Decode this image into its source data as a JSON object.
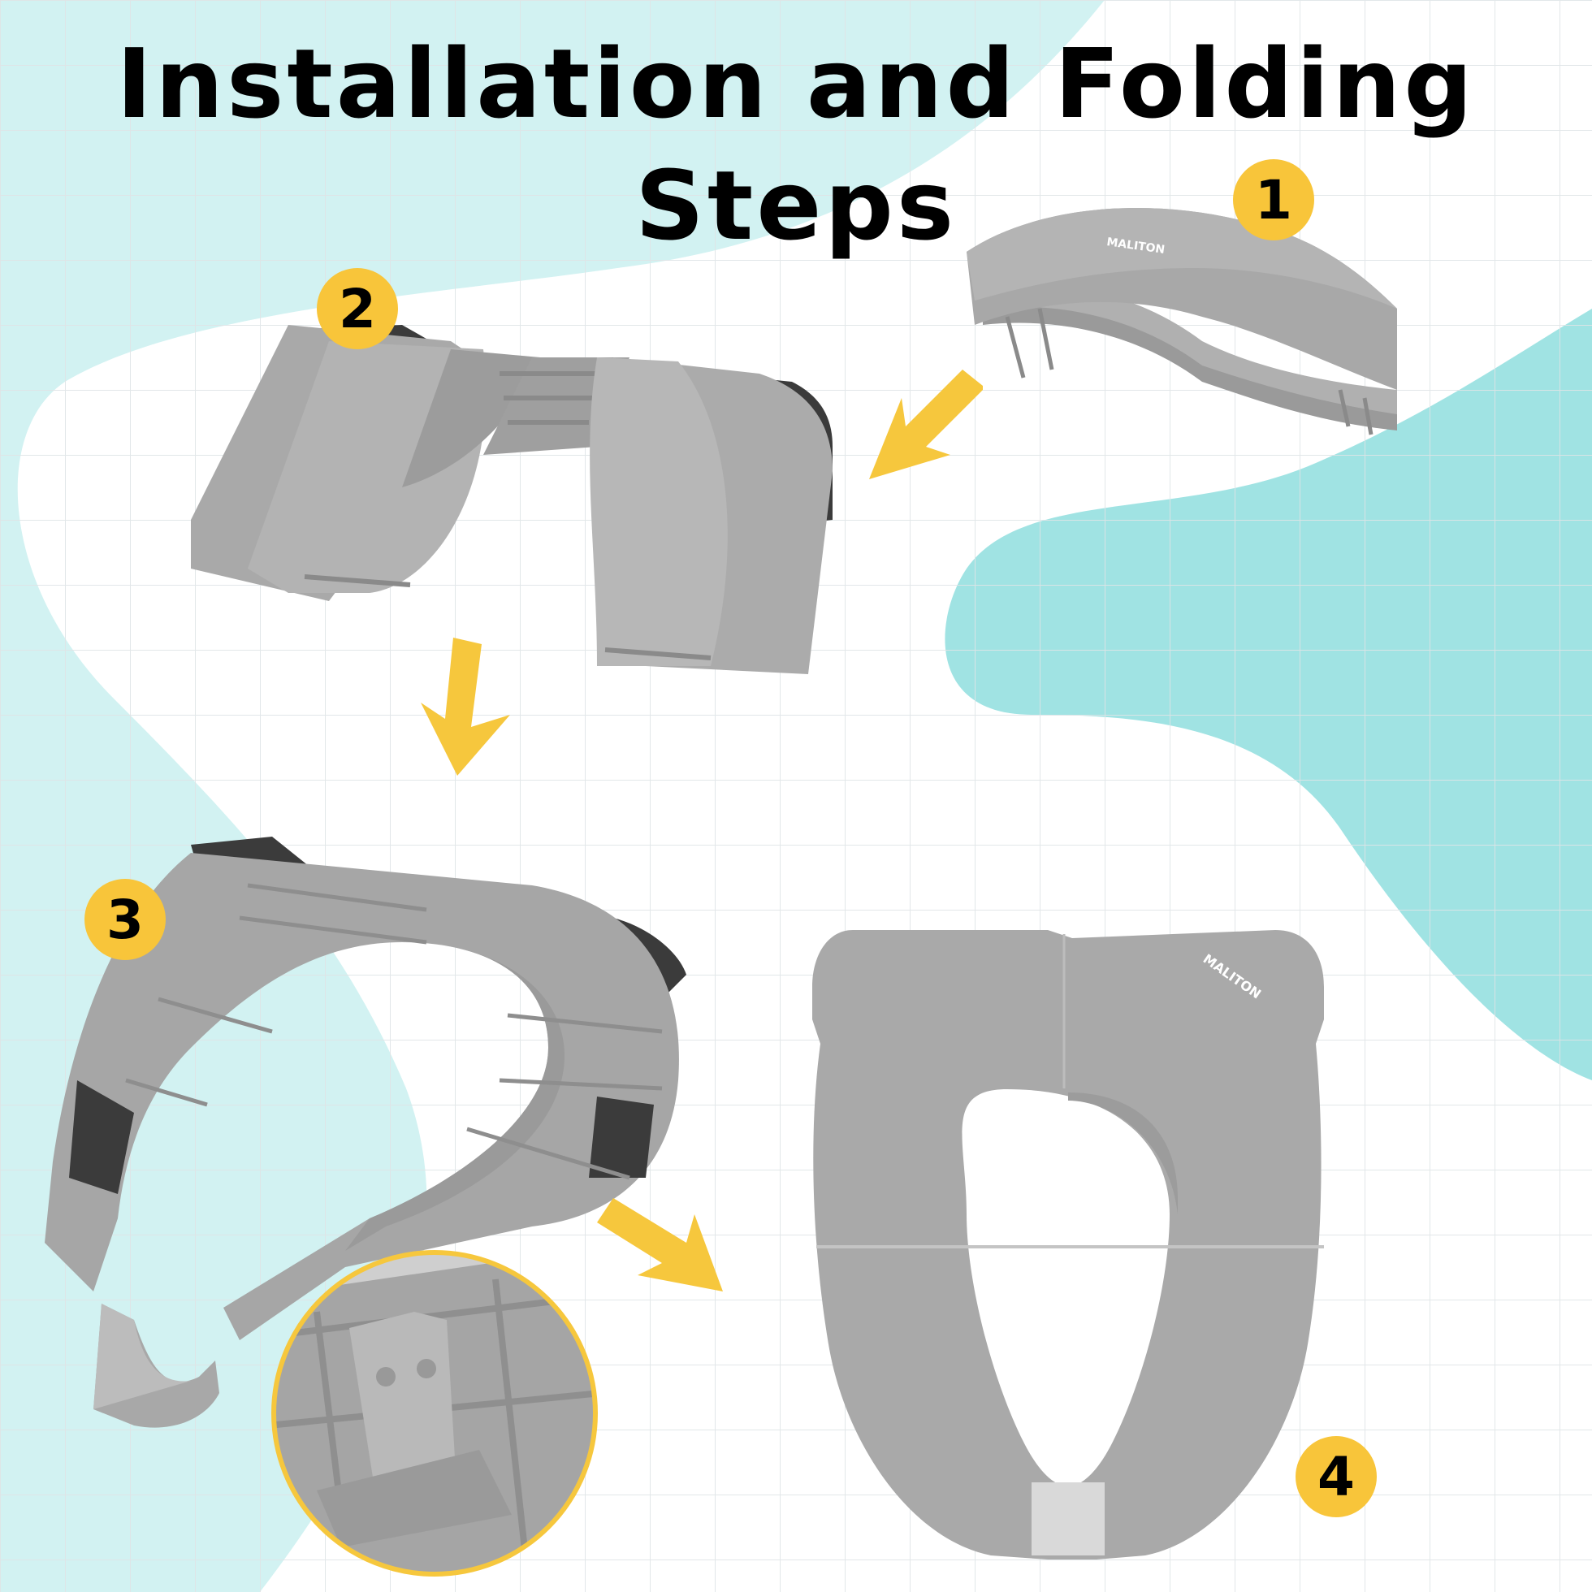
{
  "title": "Installation and Folding Steps",
  "steps": [
    {
      "number": "1"
    },
    {
      "number": "2"
    },
    {
      "number": "3"
    },
    {
      "number": "4"
    }
  ],
  "brand": {
    "logo": "MALITON"
  },
  "colors": {
    "badge": "#f8c53a",
    "arrow": "#f6c73d",
    "accent_teal": "#a6e6e6",
    "light_teal": "#d2f2f2",
    "product_gray": "#aaaaaa",
    "grip_dark": "#3b3b3b"
  },
  "icons": [
    "arrow-down-left-icon",
    "arrow-down-icon",
    "arrow-down-right-icon"
  ]
}
